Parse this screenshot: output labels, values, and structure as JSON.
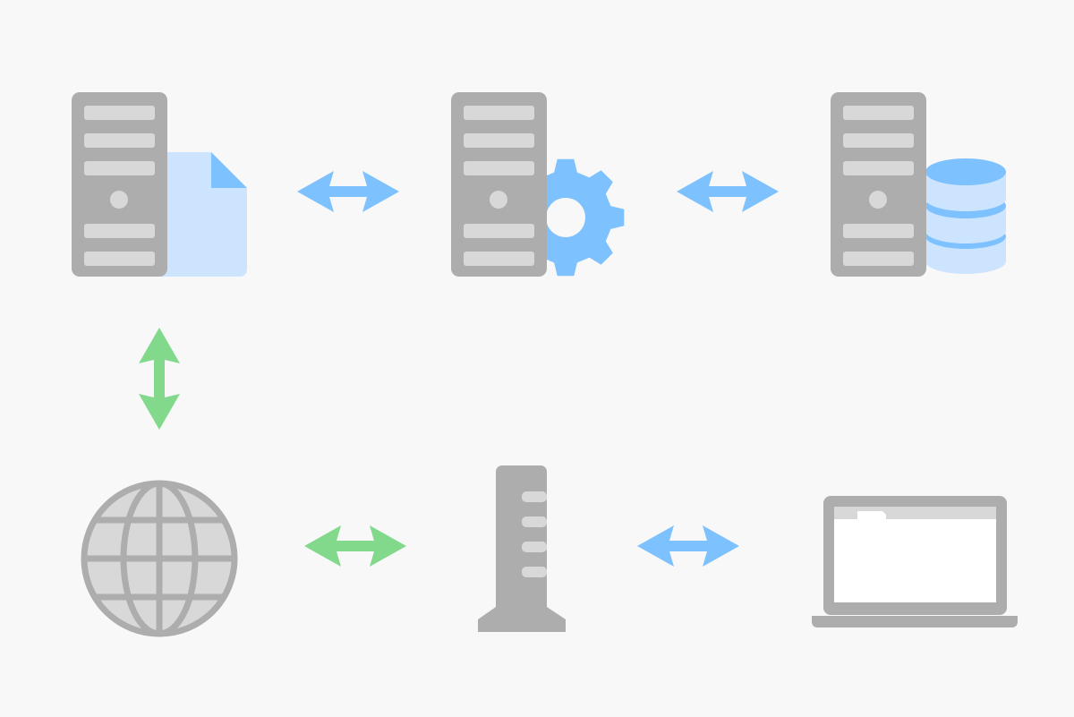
{
  "colors": {
    "background": "#f8f8f8",
    "device_gray": "#adadad",
    "slot_gray": "#d8d8d8",
    "accent_blue": "#7ec1ff",
    "light_blue": "#cde4ff",
    "accent_green": "#82d98c",
    "screen_white": "#ffffff"
  },
  "nodes": [
    {
      "id": "web-server",
      "icon": "server-with-file-icon"
    },
    {
      "id": "application-server",
      "icon": "server-with-gear-icon"
    },
    {
      "id": "database-server",
      "icon": "server-with-database-icon"
    },
    {
      "id": "internet",
      "icon": "globe-icon"
    },
    {
      "id": "router",
      "icon": "router-tower-icon"
    },
    {
      "id": "client",
      "icon": "laptop-icon"
    }
  ],
  "connections": [
    {
      "from": "web-server",
      "to": "application-server",
      "color": "blue",
      "direction": "bidirectional"
    },
    {
      "from": "application-server",
      "to": "database-server",
      "color": "blue",
      "direction": "bidirectional"
    },
    {
      "from": "web-server",
      "to": "internet",
      "color": "green",
      "direction": "bidirectional"
    },
    {
      "from": "internet",
      "to": "router",
      "color": "green",
      "direction": "bidirectional"
    },
    {
      "from": "router",
      "to": "client",
      "color": "blue",
      "direction": "bidirectional"
    }
  ]
}
